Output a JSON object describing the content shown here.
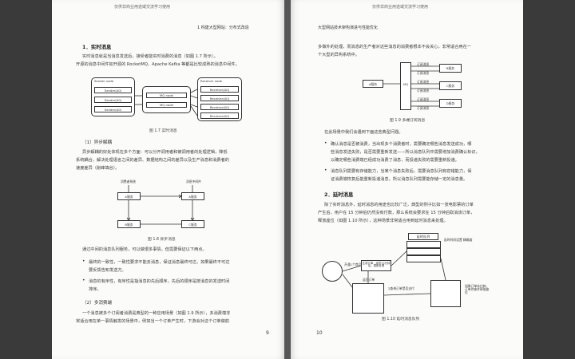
{
  "header_note": "仅供非商业用途或交流学习使用",
  "left": {
    "chapter_header": "1  构建大型网站：分布式改造",
    "section_realtime": "1．实时消息",
    "p1": [
      "实时消息就是当消息发送后，接受者能实时消费的消息（如图 1.7 所示）。",
      "开源的消息中间件如开源的 RocketMQ、Apache Kafka 等都是比较成熟的消息中间件。"
    ],
    "fig17": {
      "sender_title": "Sender node",
      "senders": [
        "Sender(A0)",
        "Sender(A0)",
        "Sender(A0)"
      ],
      "mid": [
        "MQ node",
        "MQ node"
      ],
      "receiver_title": "Receiver node",
      "receivers": [
        "Receiver(A0)",
        "Receiver(A0)",
        "Receiver(A0)",
        "Receiver(A0)"
      ],
      "caption": "图 1.7  实时消息"
    },
    "sub_async": "（1）异步解耦",
    "p2": [
      "异步解耦的好处体现在多个方面：可以分开调用者和被调用者的处理逻辑，降低",
      "系统耦合，解决处理语言之间的差异、数据结构之间的差异以及生产消息和消费者的",
      "速度差异（削峰填谷）。"
    ],
    "fig18": {
      "top_labels": [
        "消费者系统",
        "消息中间件"
      ],
      "boxes": [
        "A服务",
        "A服务",
        "B服务",
        "C服务"
      ],
      "caption": "图 1.8  异步消息"
    },
    "p3": "通过中间的消息队列服务，可以做很多事情，但需要保证以下两点。",
    "bullets": [
      [
        "最终的一致性，一致性要求不能去消息，保证消息最终可达，如果最终不可达",
        "要反馈告知发送方。"
      ],
      [
        "消息的有序性，有序性是指消息的先后顺序，先后的顺序是按消息的发送时间",
        "排序。"
      ]
    ],
    "sub_multi": "（2）多消费端",
    "p4": [
      "一个消息被多个订阅者消费是典型的一种应用场景（如图 1.9 所示），多消费端非",
      "常适合用在单一事情触发的场景中，例如当一个订单产生时，下游会对这个订单做前"
    ],
    "page_number": "9"
  },
  "right": {
    "book_header": "大型网站技术架构演进与性能优化",
    "p1": [
      "多做外的处理，而消息的生产者对这些消息的消费者根本不会关心，非常适合用在一",
      "个大型的异构系统中。"
    ],
    "fig19": {
      "left_box": "A服务",
      "mid_box": "MQ",
      "right_boxes": [
        "B服务",
        "C服务",
        "D服务"
      ],
      "side_labels": [
        "订阅消息",
        "订阅消息",
        "订阅消息",
        "订阅消息",
        "订阅消息",
        "订阅消息"
      ],
      "caption": "图 1.9  多端订阅消息"
    },
    "p2": "在此场景中我们会遇到下面这些典型问题。",
    "bullets": [
      [
        "确认消息是否被消费，当出现多个消费者时，需要确定哪些消息发送成功，哪",
        "些消息发送失败，是否需要重新发送——所以消息队列中需要增加消费确认标识，",
        "以确定哪些消费端已经成功消费了消息，而投递失败的需要重新投递。"
      ],
      [
        "消息队列需要有存储能力，当某个消息失败后，需要消息队列有容错能力，保",
        "证消费端恢复后能重新投递消息，所以消息队列需要能存储一定的消息量。"
      ]
    ],
    "section_delay": "2．延时消息",
    "p3": [
      "除了实时消息外，延时消息的用途也比较广泛，典型的例子比如一张电影票的订单",
      "产生后，用户在 15 分钟后仍然没有付款，那么系统会要求在 15 分钟后取消该订单，",
      "释放座位（如图 1.10 所示），这种场景非常适合用到延时消息来处理。"
    ],
    "fig110": {
      "queue_title": "延时队列",
      "note_top": "延时时间设置 精确度",
      "steps": [
        "生成订单，延时15分钟后，重新处理",
        "返回订单",
        "2查询订单是否支付"
      ],
      "left_label": "开通1个商品",
      "right_label": "如果订单未付款，订单作废并释放座位",
      "caption": "图 1.10  延时消息队列"
    },
    "page_number": "10"
  }
}
